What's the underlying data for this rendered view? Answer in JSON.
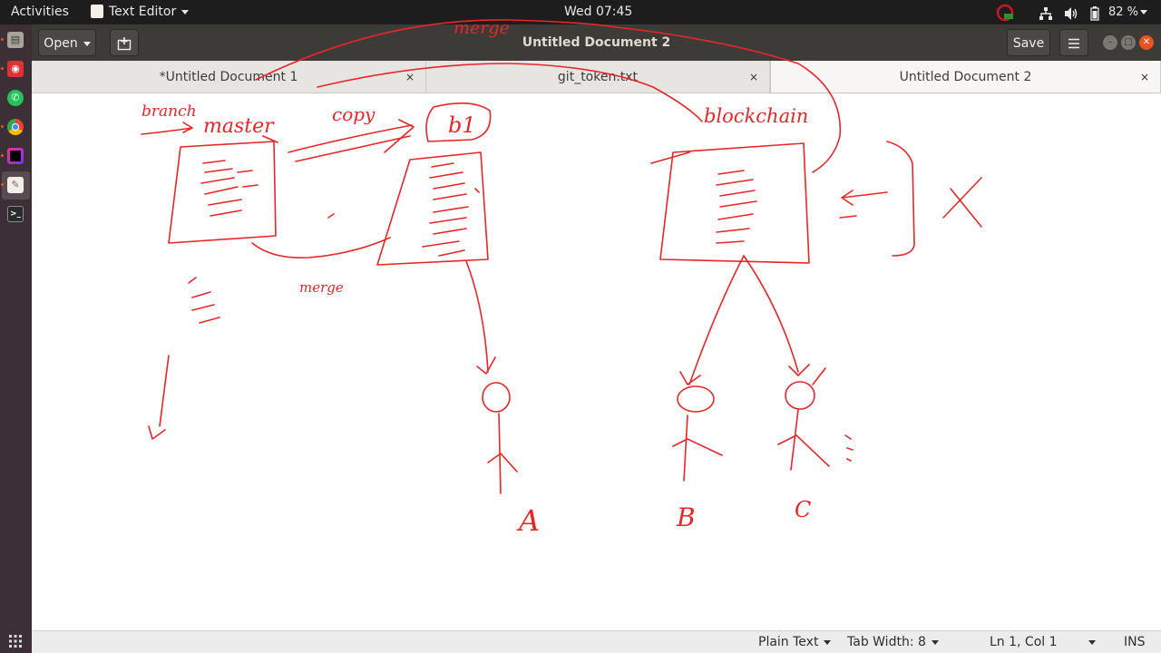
{
  "topbar": {
    "activities": "Activities",
    "app_menu": "Text Editor",
    "clock": "Wed 07:45",
    "battery": "82 %"
  },
  "dock": {
    "items": [
      "files-icon",
      "planner-icon",
      "whatsapp-icon",
      "chrome-icon",
      "jetbrains-icon",
      "text-editor-icon",
      "terminal-icon"
    ],
    "show_apps_icon": "grid-icon"
  },
  "header": {
    "open_label": "Open",
    "title": "Untitled Document 2",
    "save_label": "Save"
  },
  "tabs": [
    {
      "label": "*Untitled Document 1",
      "active": false
    },
    {
      "label": "git_token.txt",
      "active": false
    },
    {
      "label": "Untitled Document 2",
      "active": true
    }
  ],
  "tab_close_glyph": "×",
  "statusbar": {
    "language": "Plain Text",
    "tab_width": "Tab Width: 8",
    "position": "Ln 1, Col 1",
    "mode": "INS"
  },
  "annotations": {
    "branch": "branch",
    "master": "master",
    "copy": "copy",
    "b1": "b1",
    "merge_top": "merge",
    "blockchain": "blockchain",
    "merge_bottom": "merge",
    "person_a": "A",
    "person_b": "B",
    "person_c": "C"
  },
  "colors": {
    "ink": "#e8262a",
    "topbar_bg": "#1d1d1d",
    "dock_bg": "#3c2f36",
    "headerbar_bg": "#3c3b37",
    "accent": "#e95420"
  }
}
